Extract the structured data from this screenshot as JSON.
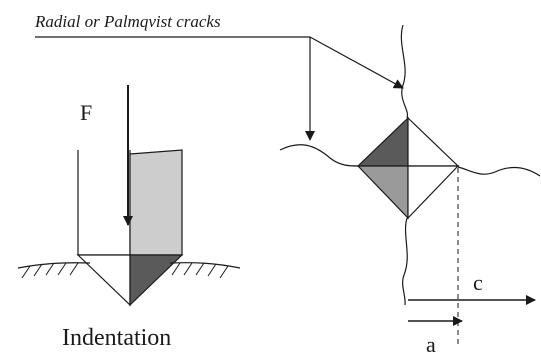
{
  "labels": {
    "cracks": "Radial or Palmqvist cracks",
    "force": "F",
    "caption": "Indentation",
    "c": "c",
    "a": "a"
  },
  "colors": {
    "line": "#1a1a1a",
    "dark_fill": "#5a5a5a",
    "mid_fill": "#9a9a9a",
    "light_fill": "#cdcdcd"
  }
}
